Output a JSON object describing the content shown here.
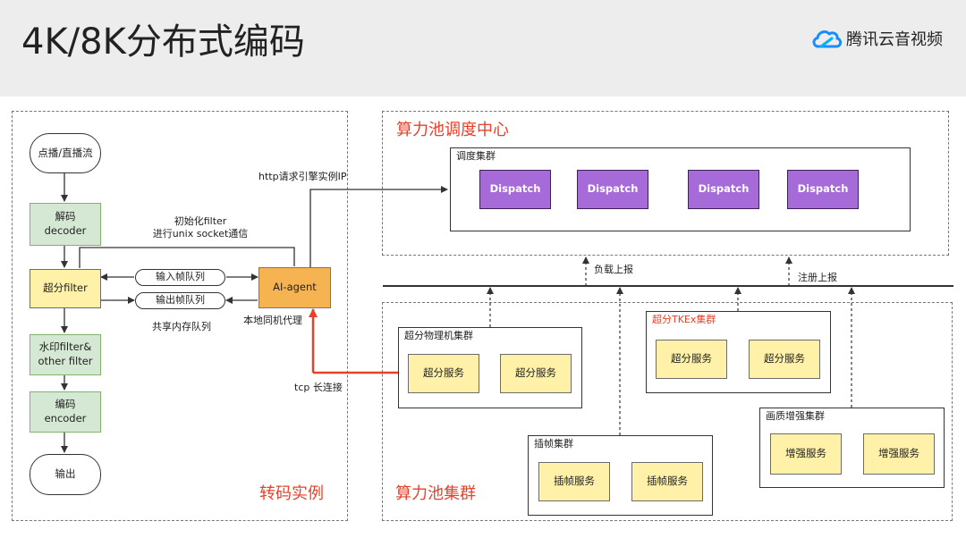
{
  "header": {
    "title": "4K/8K分布式编码",
    "brand": "腾讯云音视频"
  },
  "colors": {
    "accent_red": "#e8402a",
    "dispatch_purple": "#a66bd8",
    "service_yellow": "#fff2a8",
    "step_green": "#d5e8d4",
    "agent_orange": "#f6b352"
  },
  "transcode": {
    "region_label": "转码实例",
    "source": "点播/直播流",
    "decode": "解码\ndecoder",
    "sr_filter": "超分filter",
    "watermark": "水印filter&\nother filter",
    "encode": "编码\nencoder",
    "output": "输出",
    "input_queue": "输入帧队列",
    "output_queue": "输出帧队列",
    "shared_memory": "共享内存队列",
    "init_note": "初始化filter\n进行unix socket通信",
    "agent": "AI-agent",
    "local_proxy": "本地同机代理",
    "http_note": "http请求引擎实例IP",
    "tcp_note": "tcp 长连接"
  },
  "scheduler": {
    "region_label": "算力池调度中心",
    "cluster_label": "调度集群",
    "dispatch": [
      "Dispatch",
      "Dispatch",
      "Dispatch",
      "Dispatch"
    ],
    "load_report": "负载上报",
    "register_report": "注册上报"
  },
  "pool": {
    "region_label": "算力池集群",
    "sr_physical": {
      "label": "超分物理机集群",
      "services": [
        "超分服务",
        "超分服务"
      ]
    },
    "sr_tke": {
      "label": "超分TKEx集群",
      "services": [
        "超分服务",
        "超分服务"
      ]
    },
    "frame_interp": {
      "label": "插帧集群",
      "services": [
        "插帧服务",
        "插帧服务"
      ]
    },
    "enhance": {
      "label": "画质增强集群",
      "services": [
        "增强服务",
        "增强服务"
      ]
    }
  }
}
